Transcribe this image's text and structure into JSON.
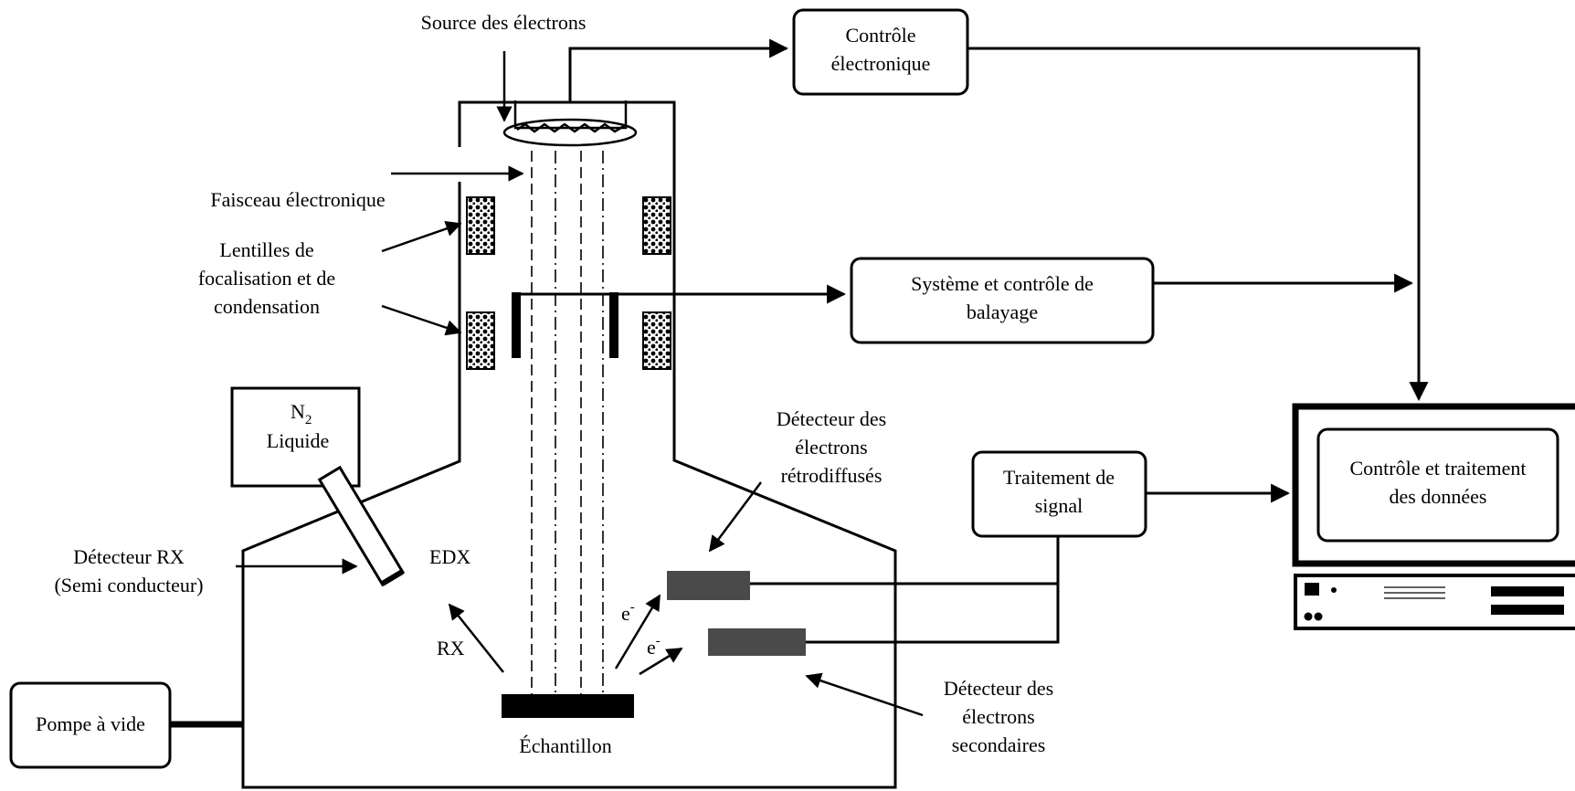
{
  "labels": {
    "source": "Source des électrons",
    "faisceau": "Faisceau électronique",
    "lentilles_1": "Lentilles de",
    "lentilles_2": "focalisation et de",
    "lentilles_3": "condensation",
    "n2_main": "N",
    "n2_sub": "2",
    "liquide": "Liquide",
    "det_rx_1": "Détecteur RX",
    "det_rx_2": "(Semi conducteur)",
    "edx": "EDX",
    "rx": "RX",
    "e_minus_1": "e",
    "e_minus_2": "e",
    "e_sup": "-",
    "echantillon": "Échantillon",
    "pompe": "Pompe à vide",
    "det_retro_1": "Détecteur des",
    "det_retro_2": "électrons",
    "det_retro_3": "rétrodiffusés",
    "det_sec_1": "Détecteur des",
    "det_sec_2": "électrons",
    "det_sec_3": "secondaires"
  },
  "boxes": {
    "controle_elec_1": "Contrôle",
    "controle_elec_2": "électronique",
    "balayage_1": "Système et contrôle de",
    "balayage_2": "balayage",
    "traitement_1": "Traitement de",
    "traitement_2": "signal",
    "donnees_1": "Contrôle et traitement",
    "donnees_2": "des données"
  },
  "colors": {
    "line": "#000000",
    "detector": "#4a4a4a",
    "background": "#ffffff"
  }
}
